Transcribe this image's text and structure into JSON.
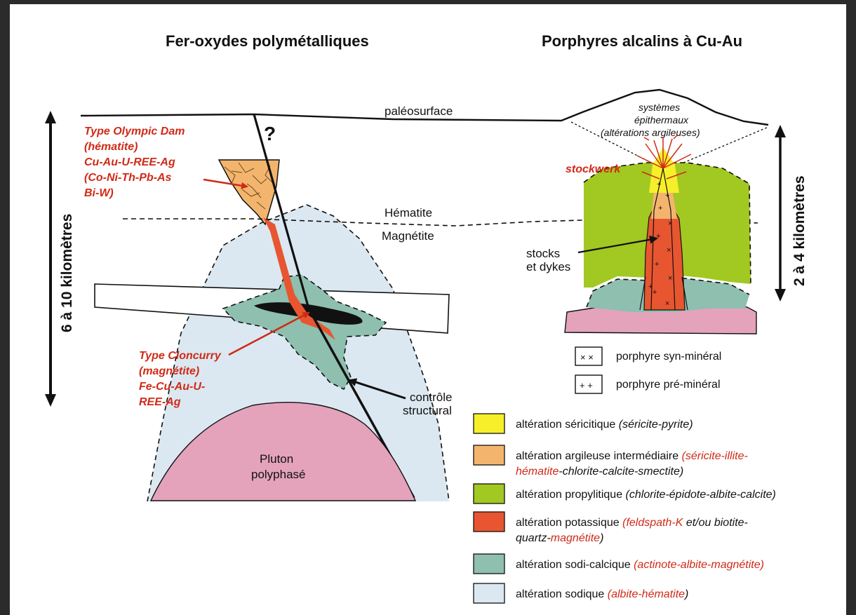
{
  "titles": {
    "left": "Fer-oxydes polymétalliques",
    "right": "Porphyres alcalins à Cu-Au"
  },
  "labels": {
    "paleosurface": "paléosurface",
    "question": "?",
    "epithermal_1": "systèmes",
    "epithermal_2": "épithermaux",
    "epithermal_3": "(altérations argileuses)",
    "hematite": "Hématite",
    "magnetite": "Magnétite",
    "stockwerk": "stockwerk",
    "stocks_1": "stocks",
    "stocks_2": "et dykes",
    "controle_1": "contrôle",
    "controle_2": "structural",
    "pluton_1": "Pluton",
    "pluton_2": "polyphasé"
  },
  "scale": {
    "left": "6 à 10 kilomètres",
    "right": "2 à 4 kilomètres"
  },
  "olympic": {
    "line1": "Type Olympic Dam",
    "line2": "(hématite)",
    "line3": "Cu-Au-U-REE-Ag",
    "line4": "(Co-Ni-Th-Pb-As",
    "line5": "Bi-W)"
  },
  "cloncurry": {
    "line1": "Type Cloncurry",
    "line2": "(magnétite)",
    "line3": "Fe-Cu-Au-U-",
    "line4": "REE-Ag"
  },
  "porphyry_legend": [
    {
      "symbol": "× ×",
      "label": "porphyre syn-minéral"
    },
    {
      "symbol": "+ +",
      "label": "porphyre pré-minéral"
    }
  ],
  "legend": [
    {
      "color": "#f7ef2a",
      "parts": [
        {
          "t": "altération séricitique ",
          "s": "n"
        },
        {
          "t": "(séricite-pyrite)",
          "s": "i"
        }
      ]
    },
    {
      "color": "#f3b56d",
      "parts": [
        {
          "t": "altération argileuse intermédiaire ",
          "s": "n"
        },
        {
          "t": "(séricite-illite-",
          "s": "r"
        }
      ],
      "parts2": [
        {
          "t": "hématite",
          "s": "r"
        },
        {
          "t": "-chlorite-calcite-smectite)",
          "s": "i"
        }
      ]
    },
    {
      "color": "#a2c822",
      "parts": [
        {
          "t": "altération propylitique ",
          "s": "n"
        },
        {
          "t": "(chlorite-épidote-albite-calcite)",
          "s": "i"
        }
      ]
    },
    {
      "color": "#e75630",
      "parts": [
        {
          "t": "altération potassique ",
          "s": "n"
        },
        {
          "t": "(feldspath-K",
          "s": "r"
        },
        {
          "t": " et/ou biotite-",
          "s": "i"
        }
      ],
      "parts2": [
        {
          "t": "quartz-",
          "s": "i"
        },
        {
          "t": "magnétite",
          "s": "r"
        },
        {
          "t": ")",
          "s": "i"
        }
      ]
    },
    {
      "color": "#8fbfae",
      "parts": [
        {
          "t": "altération sodi-calcique ",
          "s": "n"
        },
        {
          "t": "(actinote-albite-magnétite)",
          "s": "r"
        }
      ]
    },
    {
      "color": "#dbe8f1",
      "parts": [
        {
          "t": "altération sodique ",
          "s": "n"
        },
        {
          "t": "(albite-hématite",
          "s": "r"
        },
        {
          "t": ")",
          "s": "i"
        }
      ]
    }
  ]
}
